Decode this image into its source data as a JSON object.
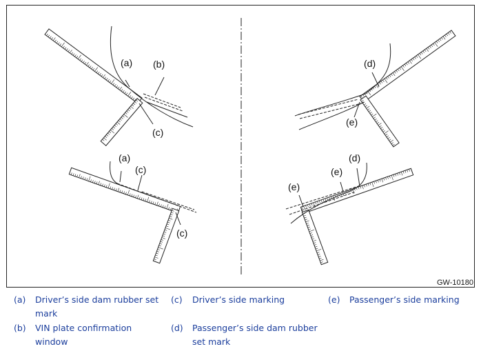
{
  "figure": {
    "id": "GW-10180",
    "callouts": {
      "a": "(a)",
      "b": "(b)",
      "c": "(c)",
      "d": "(d)",
      "e": "(e)"
    }
  },
  "legend": [
    {
      "key": "(a)",
      "text": "Driver’s side dam rubber set mark"
    },
    {
      "key": "(b)",
      "text": "VIN plate confirmation window"
    },
    {
      "key": "(c)",
      "text": "Driver’s side marking"
    },
    {
      "key": "(d)",
      "text": "Passenger’s side dam rubber set mark"
    },
    {
      "key": "(e)",
      "text": "Passenger’s side marking"
    }
  ],
  "colors": {
    "legend_text": "#1a3d9c",
    "line": "#222222"
  }
}
